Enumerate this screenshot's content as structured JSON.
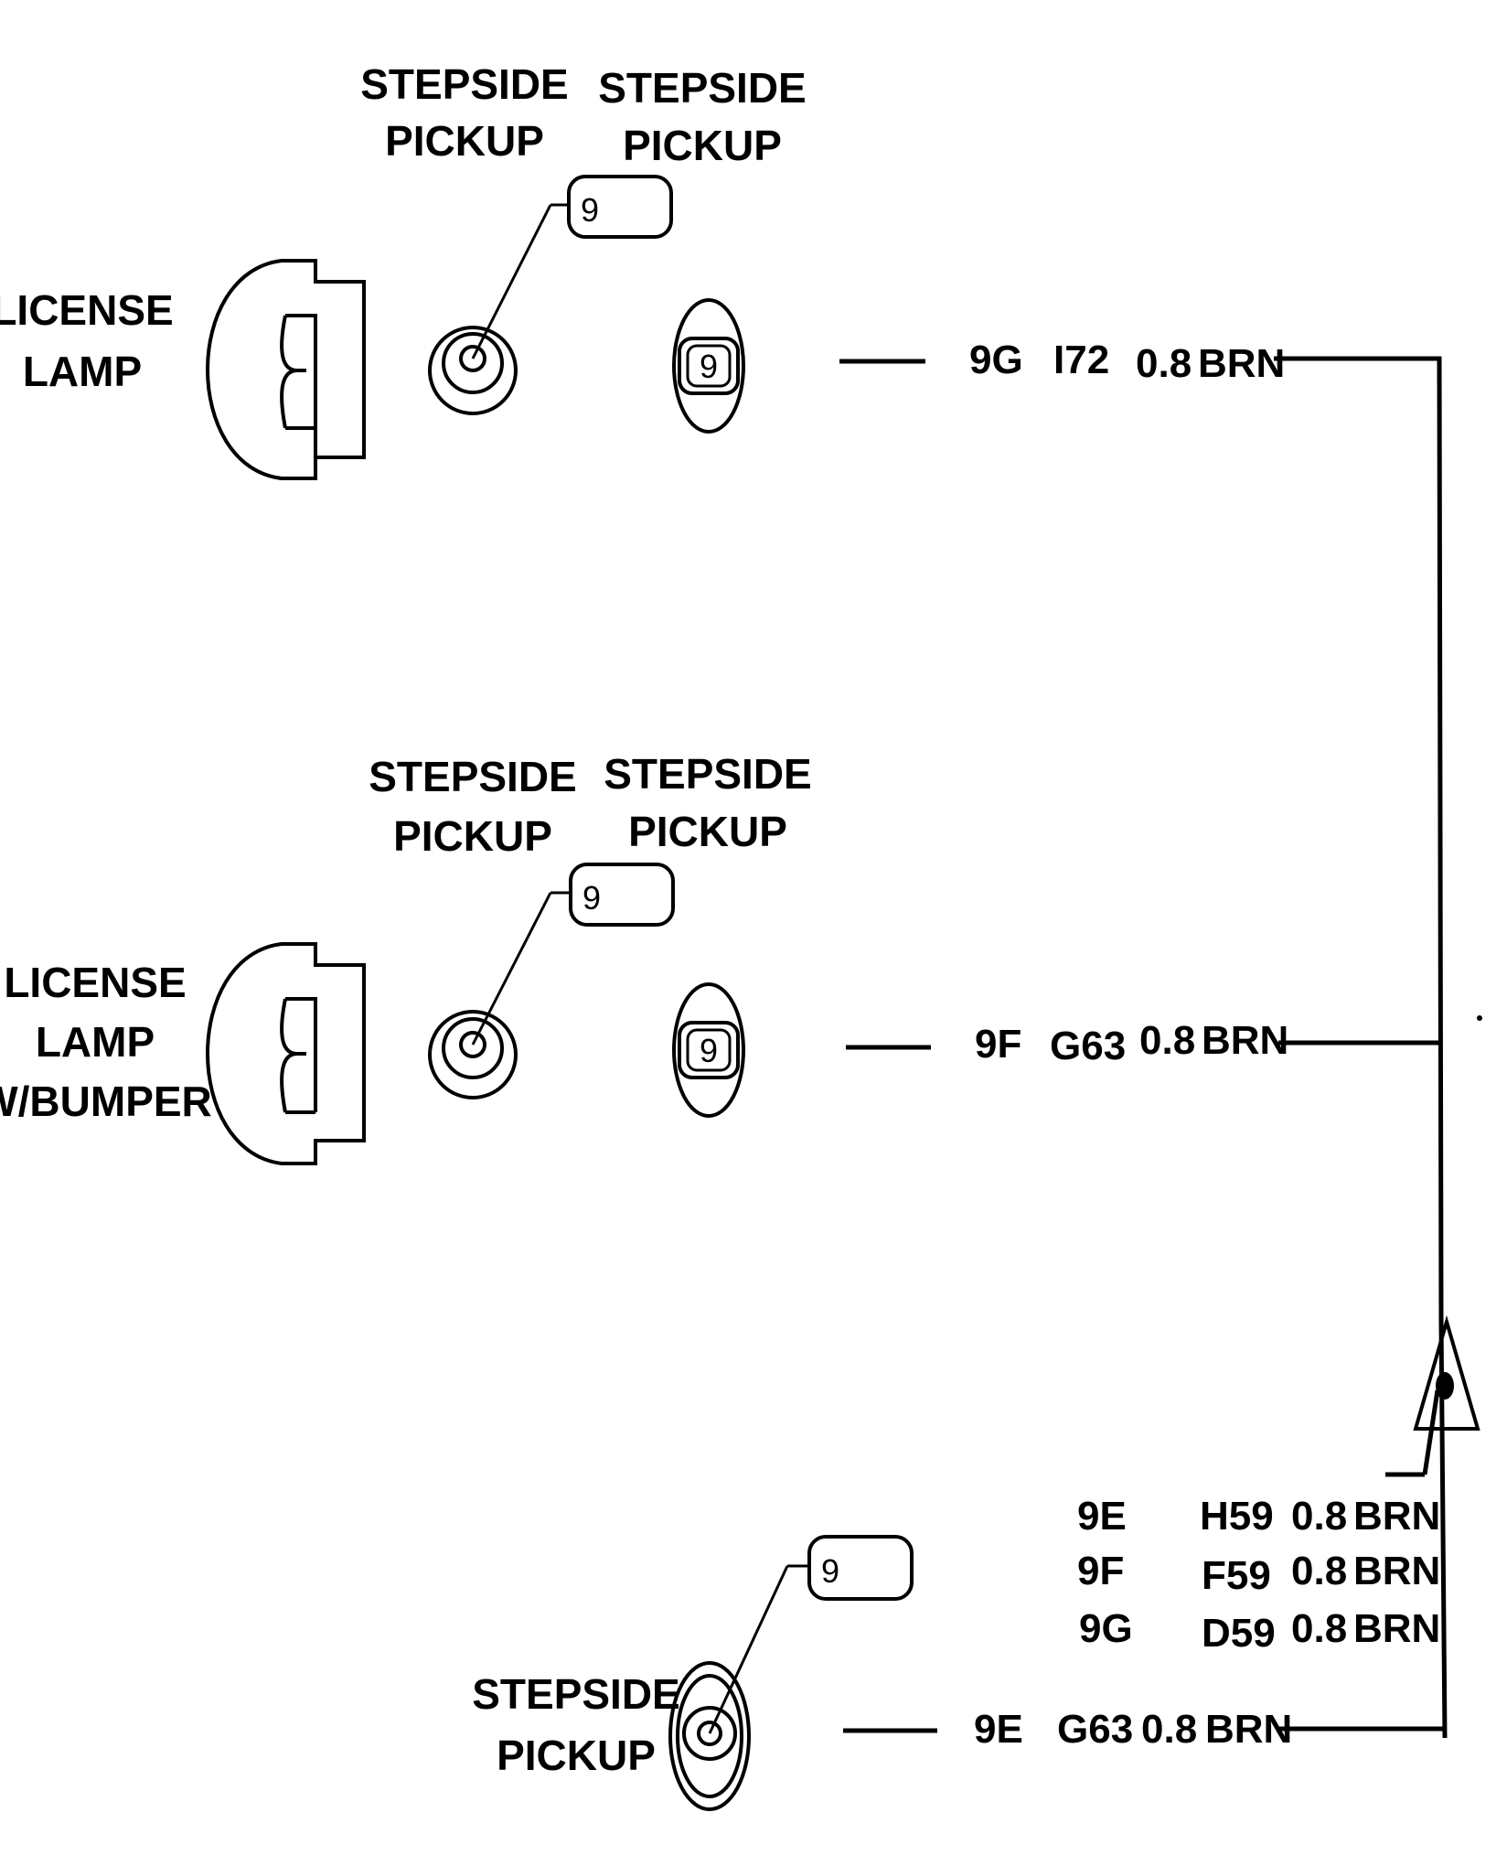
{
  "rows": [
    {
      "lamp_label": [
        "LICENSE",
        "LAMP"
      ],
      "stepside_left": [
        "STEPSIDE",
        "PICKUP"
      ],
      "stepside_right": [
        "STEPSIDE",
        "PICKUP"
      ],
      "pin_tag": "9",
      "pin_socket": "9",
      "wire": {
        "pin": "9G",
        "circuit": "I72",
        "gauge": "0.8",
        "color": "BRN"
      }
    },
    {
      "lamp_label": [
        "LICENSE",
        "LAMP",
        "W/BUMPER"
      ],
      "stepside_left": [
        "STEPSIDE",
        "PICKUP"
      ],
      "stepside_right": [
        "STEPSIDE",
        "PICKUP"
      ],
      "pin_tag": "9",
      "pin_socket": "9",
      "wire": {
        "pin": "9F",
        "circuit": "G63",
        "gauge": "0.8",
        "color": "BRN"
      }
    }
  ],
  "bottom": {
    "stepside": [
      "STEPSIDE",
      "PICKUP"
    ],
    "pin_tag": "9",
    "wire": {
      "pin": "9E",
      "circuit": "G63",
      "gauge": "0.8",
      "color": "BRN"
    },
    "splice_table": [
      {
        "pin": "9E",
        "circuit": "H59",
        "gauge": "0.8",
        "color": "BRN"
      },
      {
        "pin": "9F",
        "circuit": "F59",
        "gauge": "0.8",
        "color": "BRN"
      },
      {
        "pin": "9G",
        "circuit": "D59",
        "gauge": "0.8",
        "color": "BRN"
      }
    ]
  }
}
